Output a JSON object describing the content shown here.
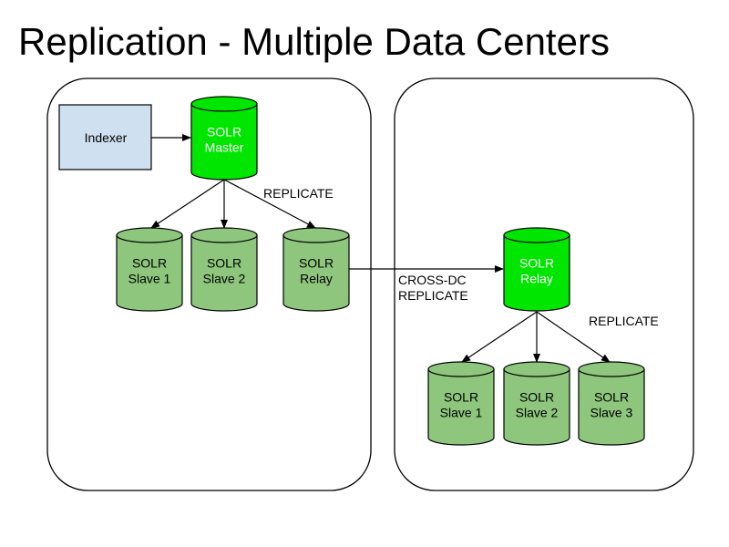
{
  "title": "Replication - Multiple Data Centers",
  "colors": {
    "bright_green": "#00e600",
    "muted_green": "#8dc67c",
    "indexer_blue": "#cfe0f1",
    "stroke": "#000000"
  },
  "nodes": {
    "indexer": {
      "label": "Indexer"
    },
    "master": {
      "lines": [
        "SOLR",
        "Master"
      ]
    },
    "dc1_slave1": {
      "lines": [
        "SOLR",
        "Slave 1"
      ]
    },
    "dc1_slave2": {
      "lines": [
        "SOLR",
        "Slave 2"
      ]
    },
    "dc1_relay": {
      "lines": [
        "SOLR",
        "Relay"
      ]
    },
    "dc2_relay": {
      "lines": [
        "SOLR",
        "Relay"
      ]
    },
    "dc2_slave1": {
      "lines": [
        "SOLR",
        "Slave 1"
      ]
    },
    "dc2_slave2": {
      "lines": [
        "SOLR",
        "Slave 2"
      ]
    },
    "dc2_slave3": {
      "lines": [
        "SOLR",
        "Slave 3"
      ]
    }
  },
  "labels": {
    "replicate_1": "REPLICATE",
    "cross_dc": [
      "CROSS-DC",
      "REPLICATE"
    ],
    "replicate_2": "REPLICATE"
  }
}
